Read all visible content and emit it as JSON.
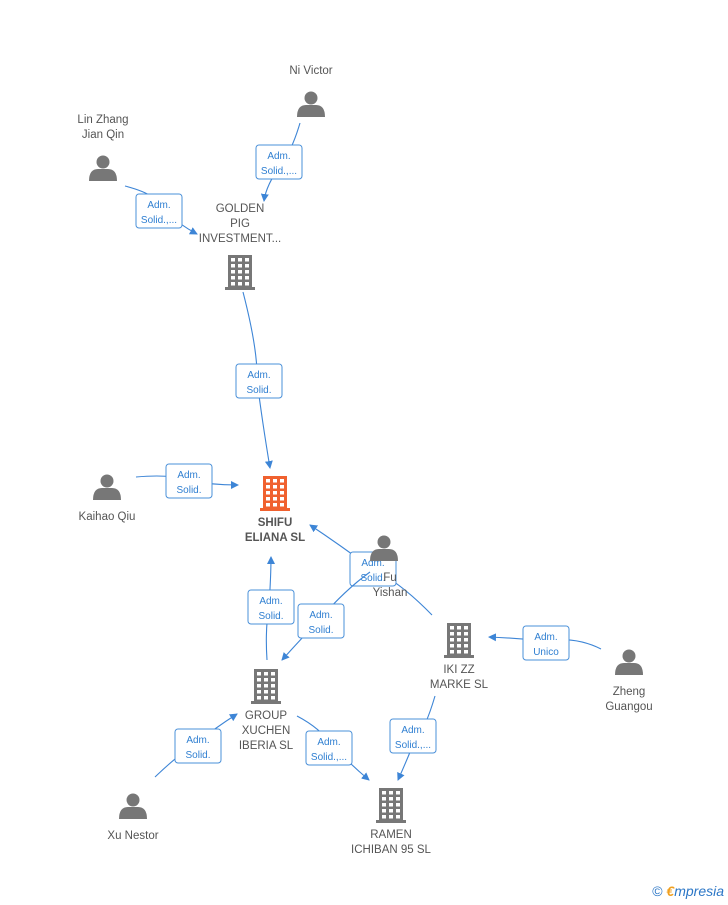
{
  "nodes": [
    {
      "id": "ni_victor",
      "type": "person",
      "lines": [
        "Ni Victor"
      ]
    },
    {
      "id": "lin_zhang",
      "type": "person",
      "lines": [
        "Lin Zhang",
        "Jian Qin"
      ]
    },
    {
      "id": "golden_pig",
      "type": "company",
      "lines": [
        "GOLDEN",
        "PIG",
        "INVESTMENT..."
      ]
    },
    {
      "id": "kaihao_qiu",
      "type": "person",
      "lines": [
        "Kaihao Qiu"
      ]
    },
    {
      "id": "shifu",
      "type": "company",
      "main": true,
      "lines": [
        "SHIFU",
        "ELIANA  SL"
      ]
    },
    {
      "id": "fu_yishan",
      "type": "person",
      "lines": [
        "Fu",
        "Yishan"
      ]
    },
    {
      "id": "iki_zz",
      "type": "company",
      "lines": [
        "IKI ZZ",
        "MARKE  SL"
      ]
    },
    {
      "id": "zheng",
      "type": "person",
      "lines": [
        "Zheng",
        "Guangou"
      ]
    },
    {
      "id": "group_xuchen",
      "type": "company",
      "lines": [
        "GROUP",
        "XUCHEN",
        "IBERIA  SL"
      ]
    },
    {
      "id": "xu_nestor",
      "type": "person",
      "lines": [
        "Xu Nestor"
      ]
    },
    {
      "id": "ramen",
      "type": "company",
      "lines": [
        "RAMEN",
        "ICHIBAN 95  SL"
      ]
    }
  ],
  "edges": [
    {
      "from": "ni_victor",
      "to": "golden_pig",
      "lines": [
        "Adm.",
        "Solid.,..."
      ]
    },
    {
      "from": "lin_zhang",
      "to": "golden_pig",
      "lines": [
        "Adm.",
        "Solid.,..."
      ]
    },
    {
      "from": "golden_pig",
      "to": "shifu",
      "lines": [
        "Adm.",
        "Solid."
      ]
    },
    {
      "from": "kaihao_qiu",
      "to": "shifu",
      "lines": [
        "Adm.",
        "Solid."
      ]
    },
    {
      "from": "iki_zz",
      "to": "shifu",
      "lines": [
        "Adm.",
        "Solid."
      ]
    },
    {
      "from": "group_xuchen",
      "to": "shifu",
      "lines": [
        "Adm.",
        "Solid."
      ]
    },
    {
      "from": "fu_yishan",
      "to": "group_xuchen",
      "lines": [
        "Adm.",
        "Solid."
      ]
    },
    {
      "from": "zheng",
      "to": "iki_zz",
      "lines": [
        "Adm.",
        "Unico"
      ]
    },
    {
      "from": "xu_nestor",
      "to": "group_xuchen",
      "lines": [
        "Adm.",
        "Solid."
      ]
    },
    {
      "from": "group_xuchen",
      "to": "ramen",
      "lines": [
        "Adm.",
        "Solid.,..."
      ]
    },
    {
      "from": "iki_zz",
      "to": "ramen",
      "lines": [
        "Adm.",
        "Solid.,..."
      ]
    }
  ],
  "colors": {
    "person": "#777777",
    "company": "#777777",
    "main_company": "#f0612f",
    "edge": "#3d85d6",
    "label": "#555555"
  },
  "footer": {
    "copyright_symbol": "©",
    "brand_first": "€",
    "brand_rest": "mpresia"
  }
}
